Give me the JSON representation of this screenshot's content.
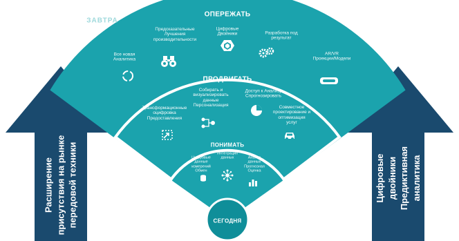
{
  "colors": {
    "teal": "#1ba3ad",
    "teal_dark": "#0f8e99",
    "navy": "#1a4a6e",
    "label_light": "#9fd9dc",
    "white": "#ffffff"
  },
  "labels": {
    "tomorrow": "ЗАВТРА",
    "today": "СЕГОДНЯ"
  },
  "tiers": {
    "outer": {
      "title": "ОПЕРЕЖАТЬ",
      "items": [
        "Все новая\nАналитика",
        "Предсказательные\nЛучшения\nпроизводительности",
        "Цифровые\nДвойники",
        "Разработка под\nрезультат",
        "AR/VR\nПроекции/Модели"
      ]
    },
    "middle": {
      "title": "ПРОДВИГАТЬ",
      "items": [
        "Трансформационные\nоцифровка\nПредоставления",
        "Собирать и\nвизуализировать\nданные\nПерсонализация",
        "Доступ к Анализу\nСпрогнозировать",
        "Совместное\nпроектирование и\nоптимизация\nуслуг"
      ]
    },
    "inner": {
      "title": "ПОНИМАТЬ",
      "items": [
        "Цифровые\nданные\nизмерений\nОбмен",
        "Интеграция\nданных",
        "Анализ\nданных\nПрогнозная\nОценка"
      ]
    }
  },
  "arrows": {
    "left": "Расширение\nприсутствия на рынке\nпередовой техники",
    "right": "Цифровые двойники\nПредиктивная аналитика"
  },
  "icons": [
    "refresh-icon",
    "binoculars-icon",
    "hexagon-cube-icon",
    "gears-icon",
    "vr-headset-icon",
    "dashed-arrow-icon",
    "nodes-icon",
    "pie-chart-icon",
    "car-icon",
    "network-icon",
    "bar-chart-icon"
  ]
}
